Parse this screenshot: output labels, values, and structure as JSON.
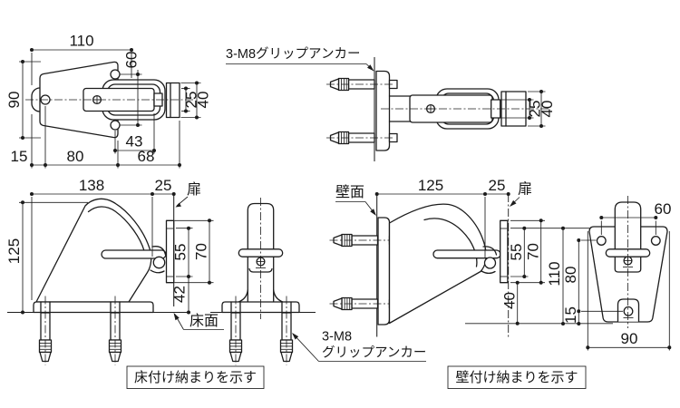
{
  "colors": {
    "line": "#1c1c1c",
    "background": "#ffffff"
  },
  "views": {
    "plan": {
      "dim_width": "110",
      "dim_depth": "90",
      "dim_hole_span": "60",
      "dim_arm": "25",
      "dim_roller": "40",
      "dim_hook": "43",
      "dim_edge": "15",
      "dim_mid": "80",
      "dim_nose": "68"
    },
    "anchor_note_top": "3-M8グリップアンカー",
    "wall_top": {
      "dim_arm": "25",
      "dim_roller": "40"
    },
    "floor_side": {
      "dim_length": "138",
      "dim_gap": "25",
      "door": "扉",
      "dim_height": "125",
      "dim_plate_holes": "55",
      "dim_plate": "70",
      "dim_clearance": "42",
      "floor": "床面"
    },
    "floor_front": {
      "anchor_note_line1": "3-M8",
      "anchor_note_line2": "グリップアンカー"
    },
    "wall_side": {
      "wall": "壁面",
      "dim_length": "125",
      "dim_gap": "25",
      "door": "扉",
      "dim_plate_holes": "55",
      "dim_plate": "70",
      "dim_clearance": "40"
    },
    "wall_front": {
      "dim_hole_span": "60",
      "dim_height": "110",
      "dim_mid": "80",
      "dim_edge": "15",
      "dim_width": "90"
    },
    "captions": {
      "floor": "床付け納まりを示す",
      "wall": "壁付け納まりを示す"
    }
  }
}
